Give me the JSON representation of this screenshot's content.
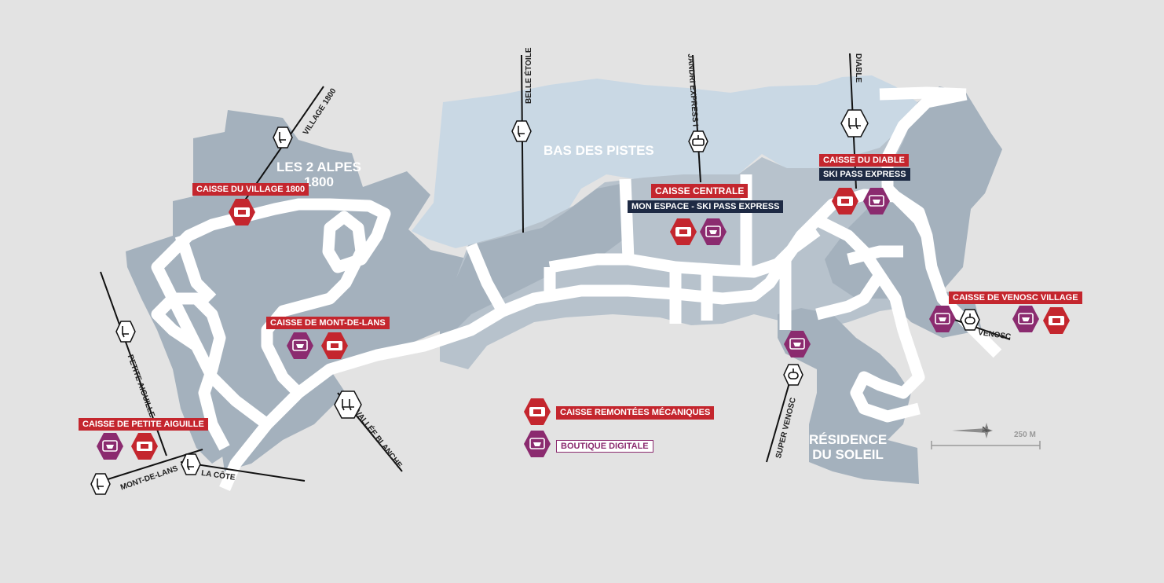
{
  "colors": {
    "background": "#e3e3e3",
    "town": "#a4b1bd",
    "town_light": "#b7c2cc",
    "ski_area": "#c9d8e4",
    "road": "#ffffff",
    "ticket_office": "#c4262e",
    "digital_shop": "#8b2b6f",
    "sub_label": "#1e2a44"
  },
  "areas": {
    "les2alpes": "LES 2 ALPES\n1800",
    "bas_des_pistes": "BAS DES PISTES",
    "residence": "RÉSIDENCE\nDU SOLEIL"
  },
  "offices": {
    "village_1800": "CAISSE DU VILLAGE 1800",
    "mont_de_lans": "CAISSE DE MONT-DE-LANS",
    "petite_aiguille": "CAISSE DE PETITE AIGUILLE",
    "centrale": "CAISSE CENTRALE",
    "centrale_sub": "MON ESPACE - SKI PASS EXPRESS",
    "diable": "CAISSE DU DIABLE",
    "diable_sub": "SKI PASS EXPRESS",
    "venosc_village": "CAISSE DE VENOSC VILLAGE"
  },
  "lifts": {
    "village_1800": "VILLAGE 1800",
    "belle_etoile": "BELLE ÉTOILE",
    "jandri": "JANDRI EXPRESS I",
    "diable": "DIABLE",
    "petite_aiguille": "PETITE AIGUILLE",
    "mont_de_lans": "MONT-DE-LANS",
    "la_cote": "LA CÔTE",
    "vallee_blanche": "VALLÉE BLANCHE",
    "super_venosc": "SUPER VENOSC",
    "venosc": "VENOSC"
  },
  "legend": {
    "ticket": "CAISSE REMONTÉES MÉCANIQUES",
    "shop": "BOUTIQUE DIGITALE"
  },
  "compass": {
    "north": "N",
    "scale": "250 M"
  },
  "icons": {
    "ticket": "ski-ticket-icon",
    "shop": "shop-basket-icon",
    "chairlift": "chairlift-icon",
    "gondola": "gondola-icon"
  }
}
